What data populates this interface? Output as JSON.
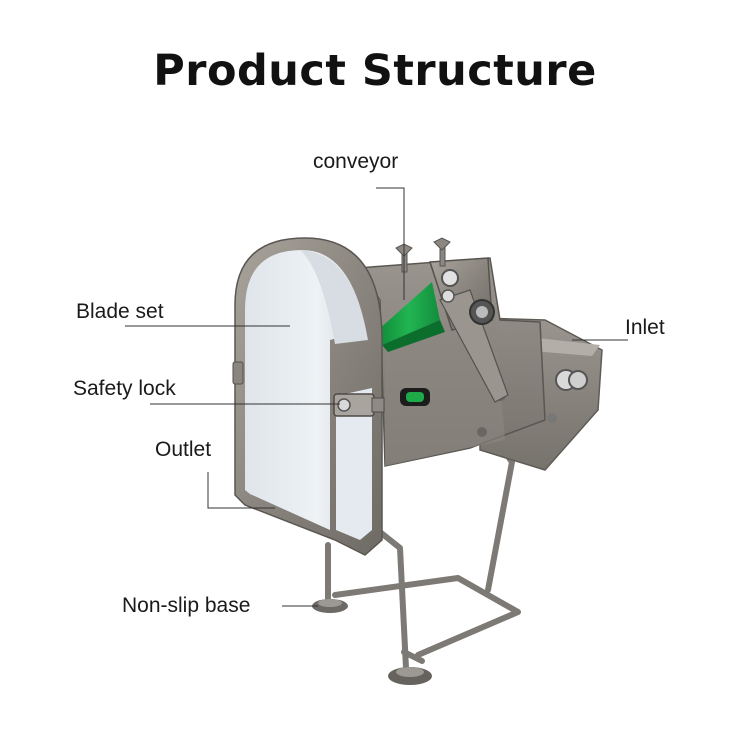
{
  "title": "Product Structure",
  "labels": {
    "conveyor": "conveyor",
    "blade_set": "Blade set",
    "inlet": "Inlet",
    "safety_lock": "Safety lock",
    "outlet": "Outlet",
    "non_slip_base": "Non-slip base"
  },
  "colors": {
    "steel": "#8f8a83",
    "steel_dark": "#5e5a55",
    "panel": "#e9eef2",
    "conveyor_belt": "#1faa4a",
    "leader_line": "#333333"
  }
}
